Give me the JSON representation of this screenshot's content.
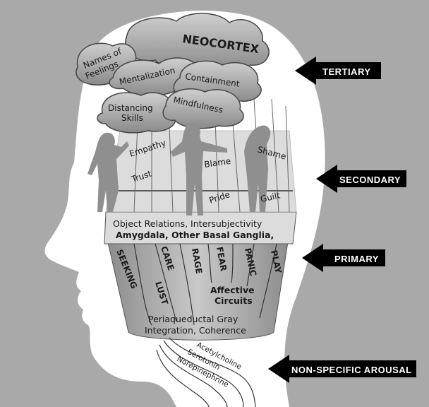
{
  "neocortex": {
    "title": "NEOCORTEX",
    "clouds": [
      "Names of",
      "Feelings",
      "Mentalization",
      "Containment",
      "Distancing",
      "Skills",
      "Mindfulness"
    ]
  },
  "secondary": {
    "words": [
      "Empathy",
      "Trust",
      "Blame",
      "Shame",
      "Pride",
      "Guilt"
    ]
  },
  "mid": {
    "line1": "Object Relations, Intersubjectivity",
    "line2": "Amygdala, Other Basal Ganglia,"
  },
  "primary": {
    "circuits": [
      "SEEKING",
      "CARE",
      "RAGE",
      "FEAR",
      "PANIC",
      "PLAY",
      "LUST"
    ],
    "affective1": "Affective",
    "affective2": "Circuits"
  },
  "base": {
    "line1": "Periaqueductal Gray",
    "line2": "Integration, Coherence"
  },
  "neurotransmitters": [
    "Acetylcholine",
    "Serotonin",
    "Norepinephrine"
  ],
  "arrows": {
    "tertiary": "TERTIARY",
    "secondary": "SECONDARY",
    "primary": "PRIMARY",
    "arousal": "NON-SPECIFIC AROUSAL"
  }
}
